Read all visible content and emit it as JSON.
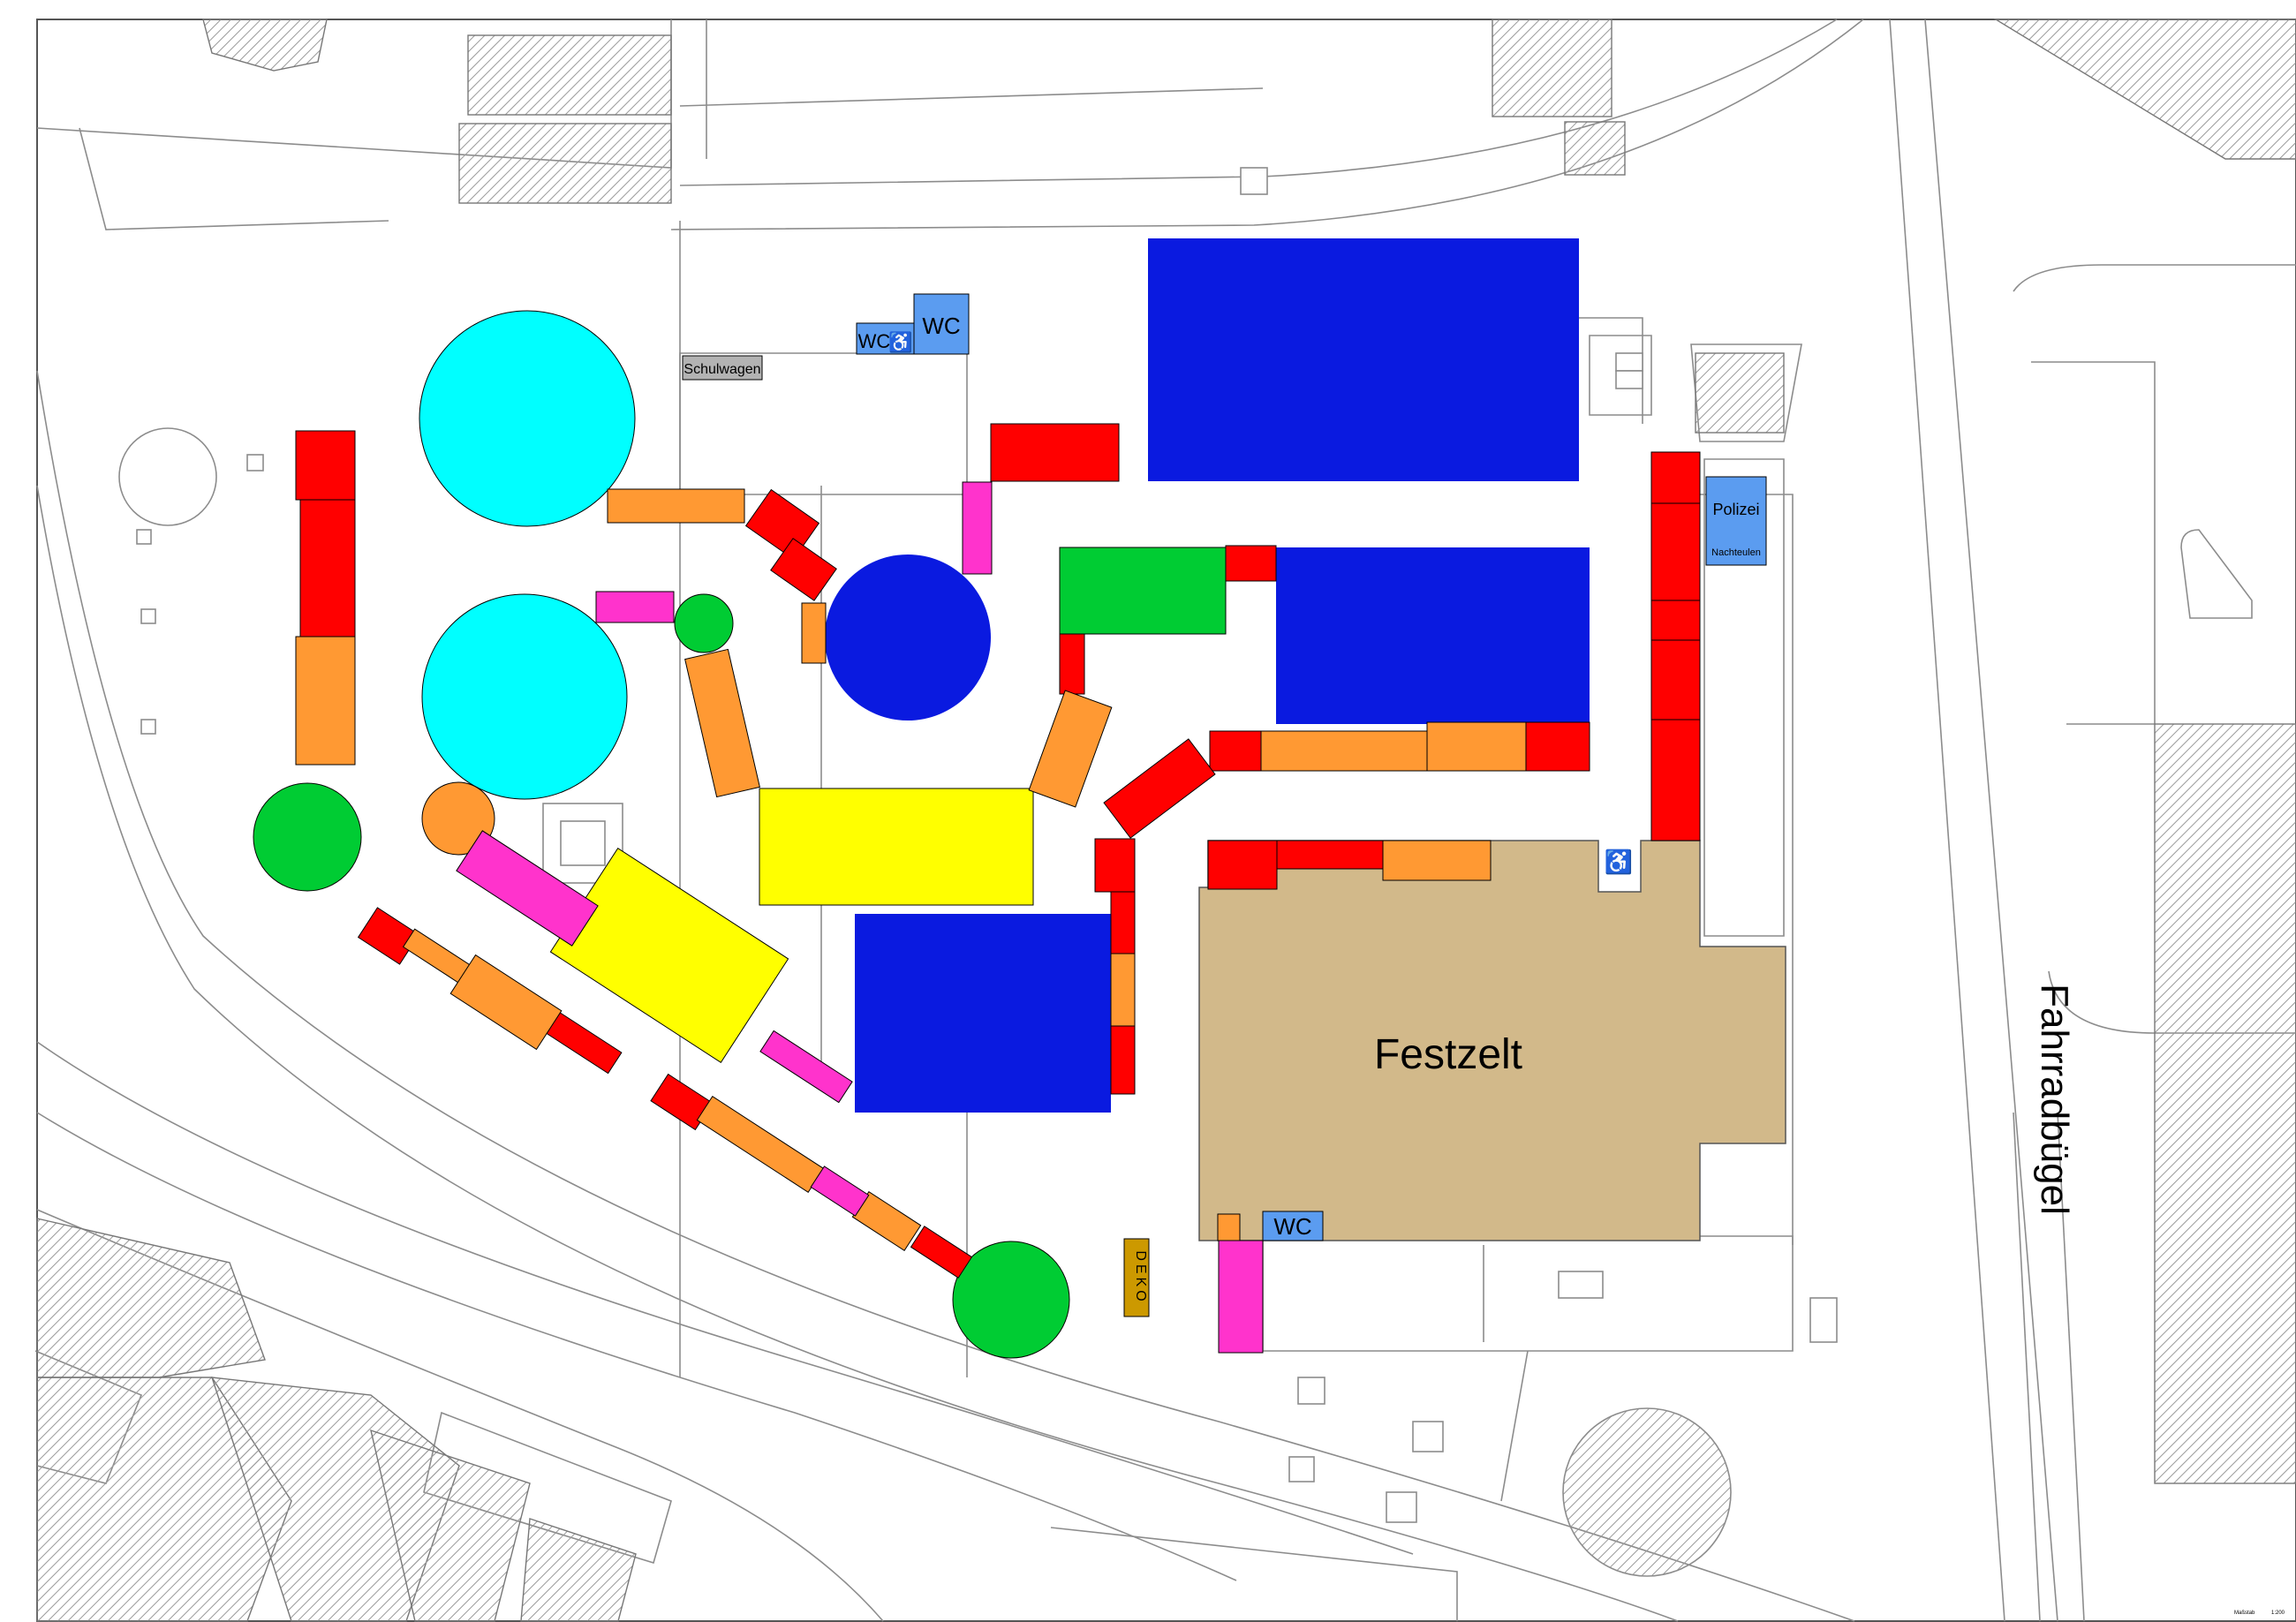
{
  "labels": {
    "festzelt": "Festzelt",
    "fahrradbuegel": "Fahrradbügel",
    "schulwagen": "Schulwagen",
    "wc_top": "WC",
    "wc_access": "WC",
    "wc_bottom": "WC",
    "polizei": "Polizei",
    "nachteulen": "Nachteulen",
    "deko": "DEKO",
    "massstab": "Maßstab",
    "scale": "1:200",
    "wheelchair_symbol": "♿"
  },
  "colors": {
    "blue": "#0a1ae0",
    "cyan": "#00ffff",
    "red": "#ff0000",
    "orange": "#ff9933",
    "green": "#00cc33",
    "yellow": "#ffff00",
    "magenta": "#ff33cc",
    "tent": "#d2b98a",
    "service": "#5b9cf0",
    "deko": "#cc9900",
    "schulwagen": "#b3b3b3",
    "basemap_line": "#8c8c8c",
    "hatch": "#9a9a9a"
  }
}
